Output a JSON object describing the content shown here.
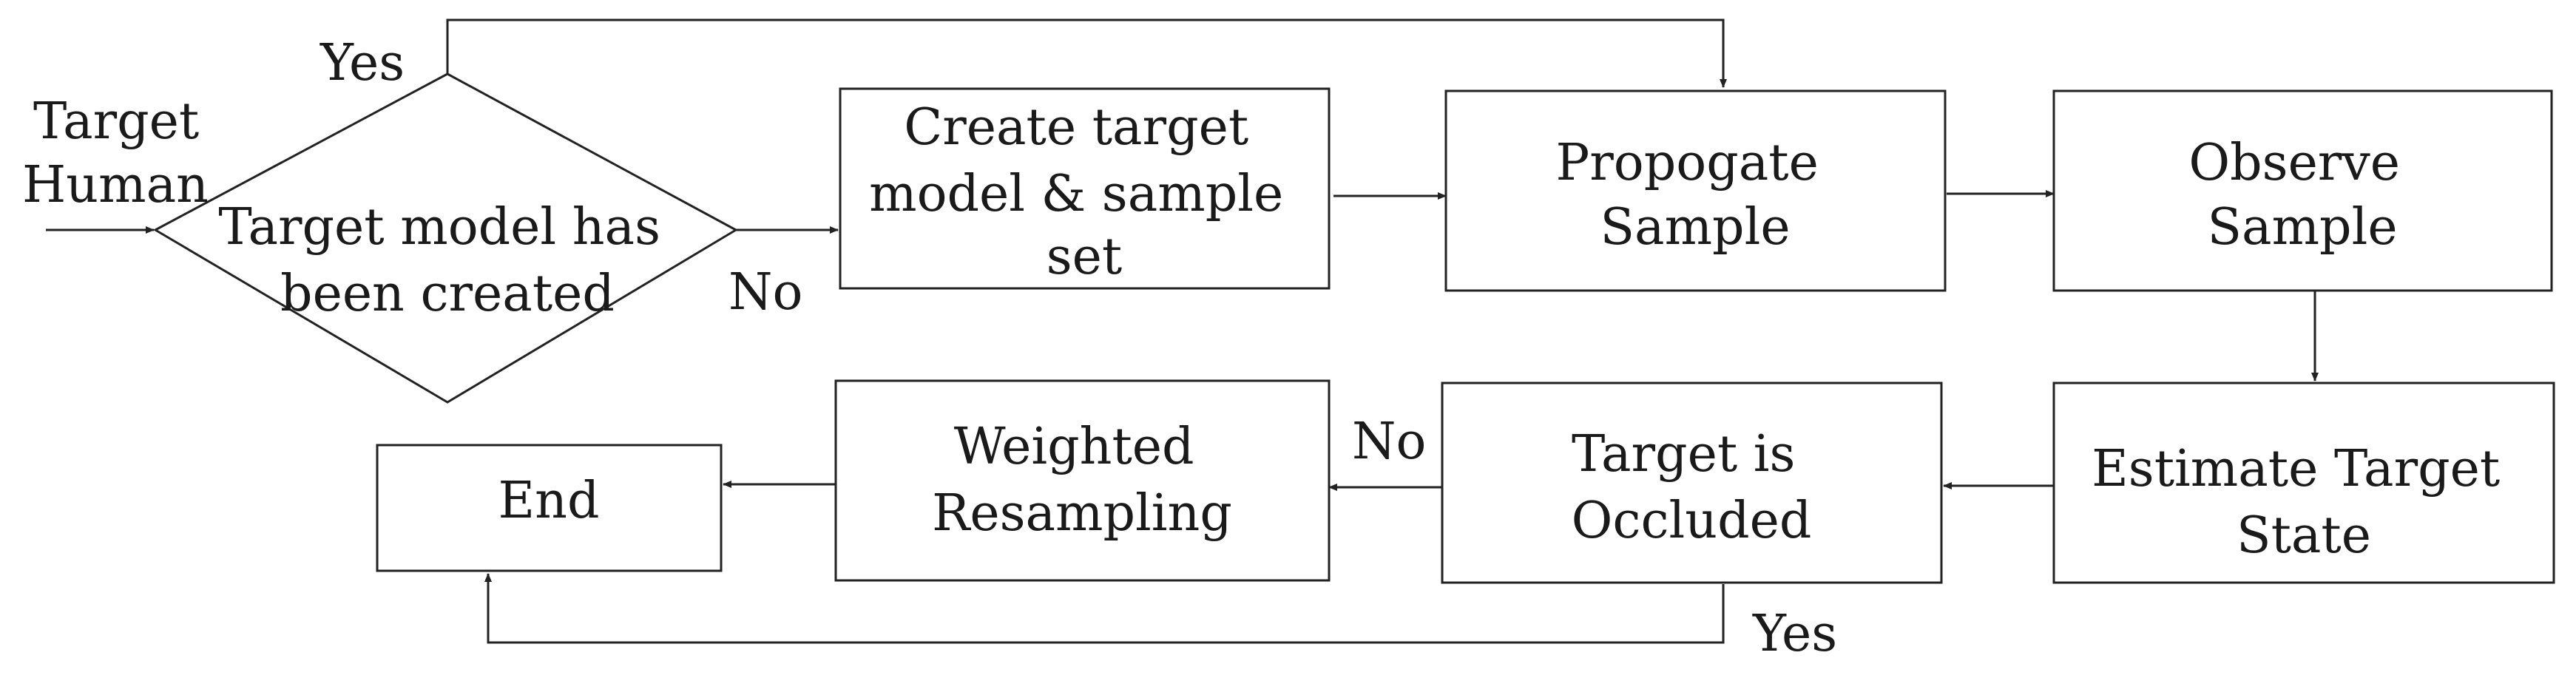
{
  "nodes": {
    "decision": [
      "Target model has",
      "been created"
    ],
    "create": [
      "Create target",
      "model & sample",
      "set"
    ],
    "propagate": [
      "Propogate",
      "Sample"
    ],
    "observe": [
      "Observe",
      "Sample"
    ],
    "estimate": [
      "Estimate Target",
      "State"
    ],
    "occluded": [
      "Target is",
      "Occluded"
    ],
    "resampling": [
      "Weighted",
      "Resampling"
    ],
    "end": [
      "End"
    ]
  },
  "labels": {
    "input": [
      "Target",
      "Human"
    ],
    "decision_yes": "Yes",
    "decision_no": "No",
    "occluded_no": "No",
    "occluded_yes": "Yes"
  },
  "colors": {
    "stroke": "#222222",
    "text": "#1a1a1a",
    "background": "#ffffff"
  }
}
